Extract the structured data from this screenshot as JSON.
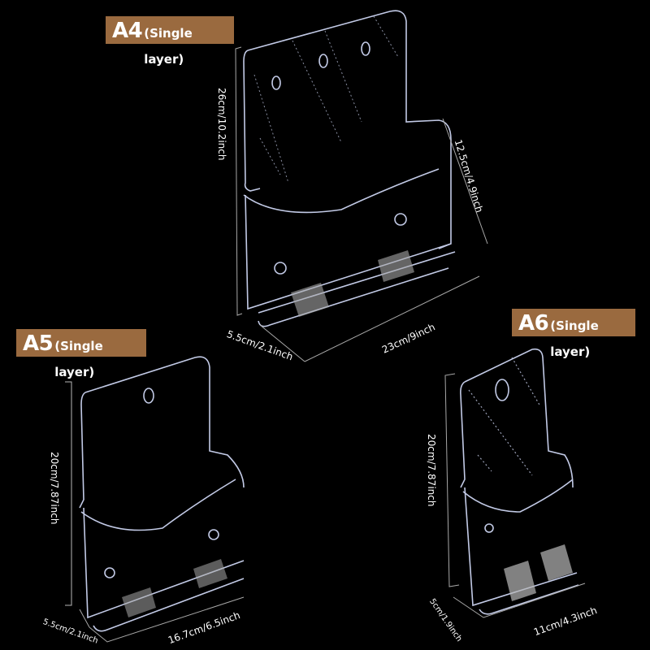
{
  "products": [
    {
      "id": "a4",
      "label": {
        "size": "A4",
        "type": "(Single layer)"
      },
      "dimensions": {
        "height": "26cm/10.2inch",
        "pocket_height": "12.5cm/4.9inch",
        "width": "23cm/9inch",
        "depth": "5.5cm/2.1inch"
      }
    },
    {
      "id": "a5",
      "label": {
        "size": "A5",
        "type": "(Single layer)"
      },
      "dimensions": {
        "height": "20cm/7.87inch",
        "width": "16.7cm/6.5inch",
        "depth": "5.5cm/2.1inch"
      }
    },
    {
      "id": "a6",
      "label": {
        "size": "A6",
        "type": "(Single layer)"
      },
      "dimensions": {
        "height": "20cm/7.87inch",
        "width": "11cm/4.3inch",
        "depth": "5cm/1.9inch"
      }
    }
  ],
  "colors": {
    "background": "#000000",
    "badge": "#9a6a3f",
    "text": "#ffffff",
    "acrylic_edge": "#cfd8ff"
  }
}
